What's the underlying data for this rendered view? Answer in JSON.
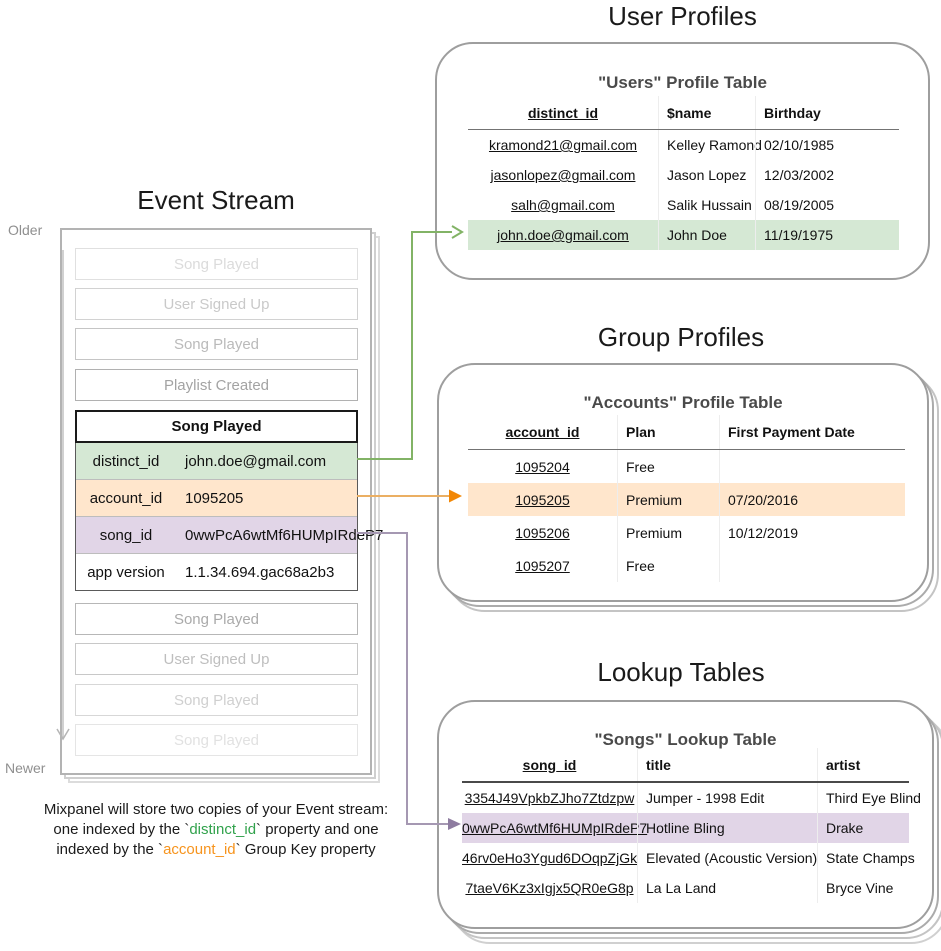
{
  "colors": {
    "green_fill": "#D5E8D4",
    "orange_fill": "#FFE6CC",
    "purple_fill": "#E1D5E7",
    "green_arrow": "#82B366",
    "orange_arrow_line": "#EBAF63",
    "orange_arrow_head": "#F28705",
    "purple_arrow_line": "#A598B2",
    "purple_arrow_head": "#8E7CA0",
    "caption_green": "#31A24C",
    "caption_orange": "#F7941D"
  },
  "event_stream": {
    "title": "Event Stream",
    "older_label": "Older",
    "newer_label": "Newer",
    "faded_top": [
      "Song Played",
      "User Signed Up",
      "Song Played",
      "Playlist Created"
    ],
    "expanded": {
      "title": "Song Played",
      "props": [
        {
          "key": "distinct_id",
          "value": "john.doe@gmail.com"
        },
        {
          "key": "account_id",
          "value": "1095205"
        },
        {
          "key": "song_id",
          "value": "0wwPcA6wtMf6HUMpIRdeP7"
        },
        {
          "key": "app version",
          "value": "1.1.34.694.gac68a2b3"
        }
      ]
    },
    "faded_bottom": [
      "Song Played",
      "User Signed Up",
      "Song Played",
      "Song Played"
    ],
    "caption": {
      "line1": "Mixpanel will store two copies of your Event stream:",
      "line2_prefix": "one indexed by the `",
      "line2_key": "distinct_id",
      "line2_suffix": "` property and one",
      "line3_prefix": "indexed by the `",
      "line3_key": "account_id",
      "line3_suffix": "` Group Key property"
    }
  },
  "user_profiles": {
    "section_title": "User Profiles",
    "card_title": "\"Users\" Profile Table",
    "columns": [
      "distinct_id",
      "$name",
      "Birthday"
    ],
    "rows": [
      {
        "id": "kramond21@gmail.com",
        "name": "Kelley Ramond",
        "birthday": "02/10/1985"
      },
      {
        "id": "jasonlopez@gmail.com",
        "name": "Jason Lopez",
        "birthday": "12/03/2002"
      },
      {
        "id": "salh@gmail.com",
        "name": "Salik Hussain",
        "birthday": "08/19/2005"
      },
      {
        "id": "john.doe@gmail.com",
        "name": "John Doe",
        "birthday": "11/19/1975"
      }
    ]
  },
  "group_profiles": {
    "section_title": "Group Profiles",
    "card_title": "\"Accounts\" Profile Table",
    "columns": [
      "account_id",
      "Plan",
      "First Payment Date"
    ],
    "rows": [
      {
        "id": "1095204",
        "plan": "Free",
        "first_payment": ""
      },
      {
        "id": "1095205",
        "plan": "Premium",
        "first_payment": "07/20/2016"
      },
      {
        "id": "1095206",
        "plan": "Premium",
        "first_payment": "10/12/2019"
      },
      {
        "id": "1095207",
        "plan": "Free",
        "first_payment": ""
      }
    ]
  },
  "lookup_tables": {
    "section_title": "Lookup Tables",
    "card_title": "\"Songs\" Lookup Table",
    "columns": [
      "song_id",
      "title",
      "artist"
    ],
    "rows": [
      {
        "id": "3354J49VpkbZJho7Ztdzpw",
        "title": "Jumper - 1998 Edit",
        "artist": "Third Eye Blind"
      },
      {
        "id": "0wwPcA6wtMf6HUMpIRdeP7",
        "title": "Hotline Bling",
        "artist": "Drake"
      },
      {
        "id": "46rv0eHo3Ygud6DOqpZjGk",
        "title": "Elevated (Acoustic Version)",
        "artist": "State Champs"
      },
      {
        "id": "7taeV6Kz3xIgjx5QR0eG8p",
        "title": "La La Land",
        "artist": "Bryce Vine"
      }
    ]
  }
}
